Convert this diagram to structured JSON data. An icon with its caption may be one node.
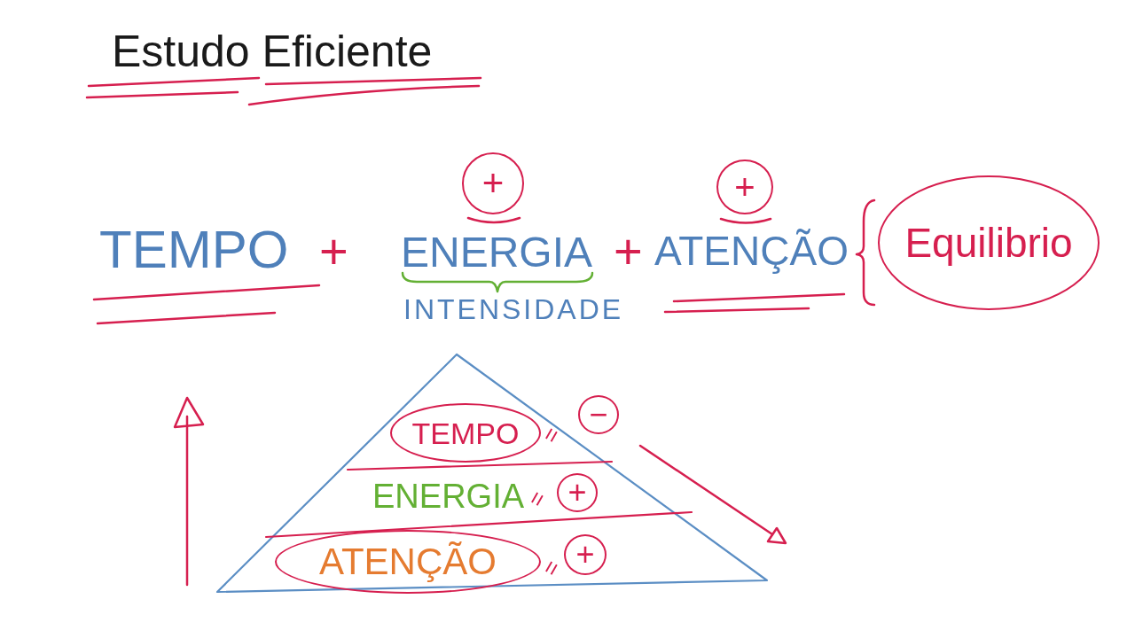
{
  "diagram": {
    "title": "Estudo Eficiente",
    "nodes": [
      {
        "text": [
          "+"
        ]
      },
      {
        "text": [
          "+"
        ]
      },
      {
        "text": [
          "Equilibrio"
        ]
      },
      {
        "text": [],
        "shape": "triangle"
      },
      {
        "text": [
          "TEMPO"
        ],
        "in": 3
      },
      {
        "text": [
          "−"
        ]
      },
      {
        "text": [
          "ENERGIA"
        ],
        "in": 3
      },
      {
        "text": [
          "+"
        ],
        "in": 3
      },
      {
        "text": [
          "ATENÇÃO"
        ],
        "in": 3
      },
      {
        "text": [
          "+"
        ],
        "in": 3
      }
    ],
    "labels": [
      "TEMPO",
      "+",
      "ENERGIA",
      "+",
      "ATENÇÃO",
      "INTENSIDADE",
      "=",
      "=",
      "="
    ]
  }
}
